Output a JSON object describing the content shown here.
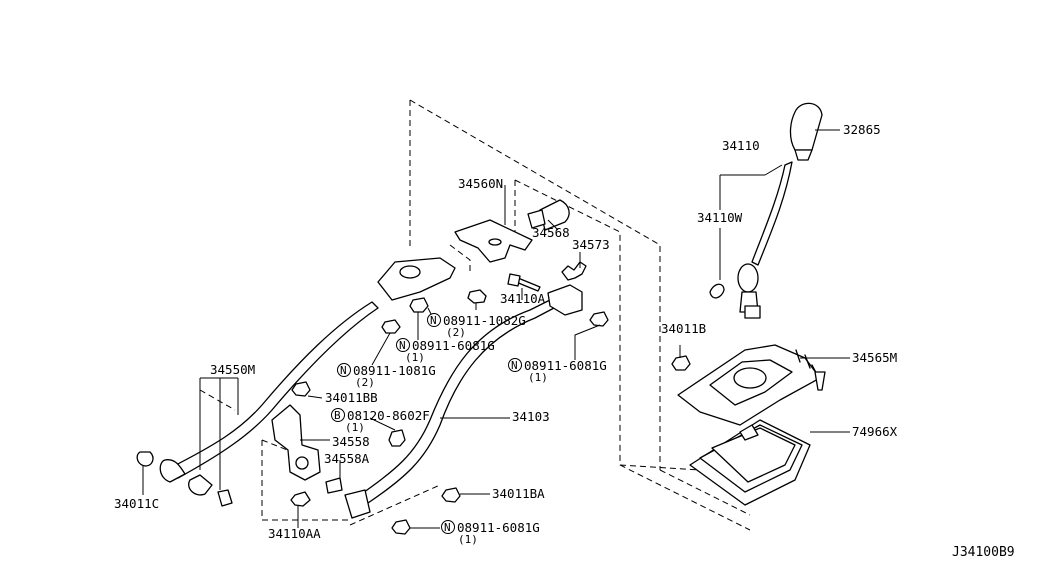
{
  "catalog_code": "J34100B9",
  "callouts": {
    "c32865": "32865",
    "c34110": "34110",
    "c34110w": "34110W",
    "c34011b": "34011B",
    "c34565m": "34565M",
    "c74966x": "74966X",
    "c34560n": "34560N",
    "c34568": "34568",
    "c34573": "34573",
    "c34110a": "34110A",
    "c34550m": "34550M",
    "c34011bb": "34011BB",
    "c34558": "34558",
    "c34558a": "34558A",
    "c34011c": "34011C",
    "c34110aa": "34110AA",
    "c34103": "34103",
    "c34011ba": "34011BA"
  },
  "symbol_parts": [
    {
      "symbol": "N",
      "number": "08911-1082G",
      "qty": "(2)"
    },
    {
      "symbol": "N",
      "number": "08911-6081G",
      "qty": "(1)"
    },
    {
      "symbol": "N",
      "number": "08911-1081G",
      "qty": "(2)"
    },
    {
      "symbol": "N",
      "number": "08911-6081G",
      "qty": "(1)"
    },
    {
      "symbol": "B",
      "number": "08120-8602F",
      "qty": "(1)"
    },
    {
      "symbol": "N",
      "number": "08911-6081G",
      "qty": "(1)"
    }
  ]
}
